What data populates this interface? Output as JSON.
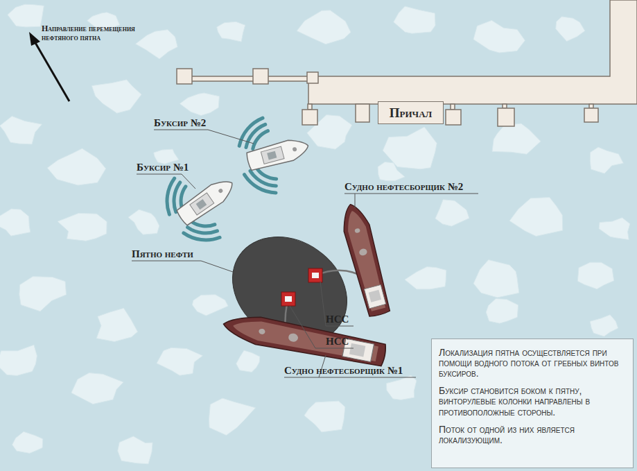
{
  "diagram": {
    "nodes": [
      {
        "text": [
          "Причал"
        ]
      },
      {
        "text": [
          "Локализация пятна осуществляется при помощи водного потока от гребных винтов буксиров.",
          "Буксир становится боком к пятну, винторулевые колонки направлены в противоположные стороны.",
          "Поток от одной из них является локализующим."
        ]
      }
    ],
    "labels": [
      "Направление перемещения нефтяного пятна",
      "Буксир №2",
      "Буксир №1",
      "Судно нефтесборщик №2",
      "Пятно нефти",
      "НСС",
      "НСС",
      "Судно нефтесборщик №1"
    ]
  }
}
